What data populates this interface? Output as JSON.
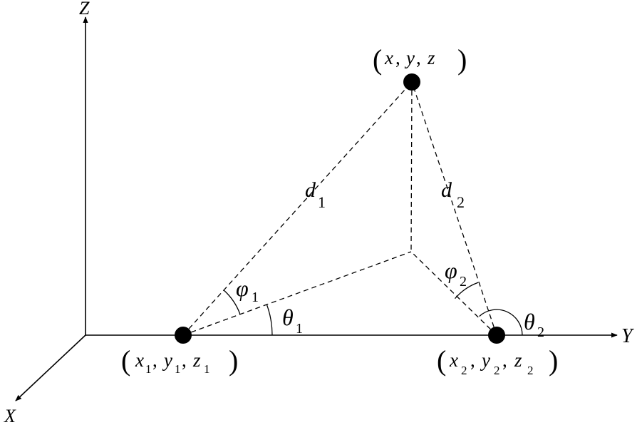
{
  "diagram": {
    "type": "3d-geometry",
    "axes": {
      "x_label": "X",
      "y_label": "Y",
      "z_label": "Z"
    },
    "points": {
      "target": {
        "label": "(x, y, z)",
        "var": [
          "x",
          "y",
          "z"
        ]
      },
      "p1": {
        "label": "(x1, y1, z1)",
        "var": [
          "x",
          "y",
          "z"
        ],
        "sub": "1"
      },
      "p2": {
        "label": "(x2, y2, z2)",
        "var": [
          "x",
          "y",
          "z"
        ],
        "sub": "2"
      }
    },
    "distances": {
      "d1": {
        "main": "d",
        "sub": "1"
      },
      "d2": {
        "main": "d",
        "sub": "2"
      }
    },
    "angles": {
      "phi1": {
        "main": "φ",
        "sub": "1"
      },
      "theta1": {
        "main": "θ",
        "sub": "1"
      },
      "phi2": {
        "main": "φ",
        "sub": "2"
      },
      "theta2": {
        "main": "θ",
        "sub": "2"
      }
    },
    "colors": {
      "stroke": "#000000",
      "background": "#ffffff"
    }
  }
}
